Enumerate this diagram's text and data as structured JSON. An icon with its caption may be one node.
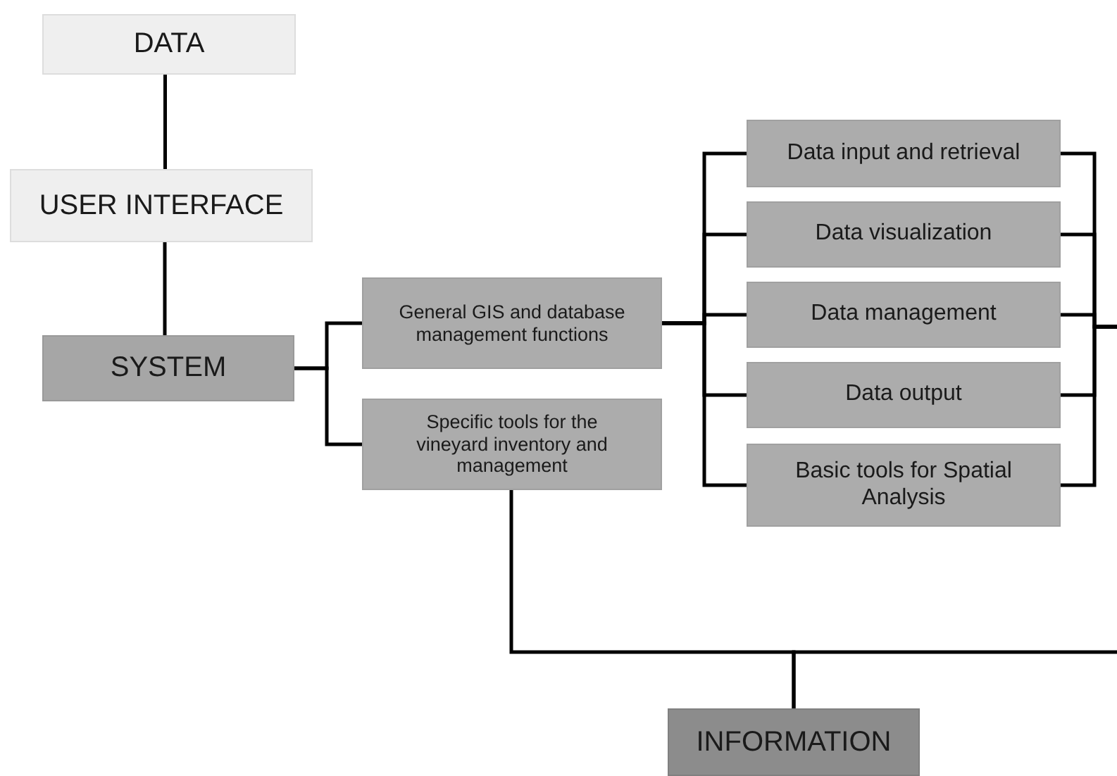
{
  "diagram": {
    "nodes": [
      {
        "text": [
          "DATA"
        ]
      },
      {
        "text": [
          "USER INTERFACE"
        ]
      },
      {
        "text": [
          "SYSTEM"
        ]
      },
      {
        "text": [
          "General GIS and database management functions"
        ]
      },
      {
        "text": [
          "Specific tools for the vineyard inventory and management"
        ]
      },
      {
        "text": [
          "Data input and retrieval"
        ]
      },
      {
        "text": [
          "Data visualization"
        ]
      },
      {
        "text": [
          "Data management"
        ]
      },
      {
        "text": [
          "Data output"
        ]
      },
      {
        "text": [
          "Basic tools for Spatial Analysis"
        ]
      },
      {
        "text": [
          "INFORMATION"
        ]
      }
    ],
    "edges": [
      {
        "from": 0,
        "to": 1,
        "arrow": "none"
      },
      {
        "from": 1,
        "to": 2,
        "arrow": "none"
      },
      {
        "from": 2,
        "to": 3,
        "arrow": "none"
      },
      {
        "from": 2,
        "to": 4,
        "arrow": "none"
      },
      {
        "from": 3,
        "to": 5,
        "arrow": "none"
      },
      {
        "from": 3,
        "to": 6,
        "arrow": "none"
      },
      {
        "from": 3,
        "to": 7,
        "arrow": "none"
      },
      {
        "from": 3,
        "to": 8,
        "arrow": "none"
      },
      {
        "from": 3,
        "to": 9,
        "arrow": "none"
      },
      {
        "from": 5,
        "to": null,
        "arrow": "none"
      },
      {
        "from": 6,
        "to": null,
        "arrow": "none"
      },
      {
        "from": 7,
        "to": null,
        "arrow": "none"
      },
      {
        "from": 8,
        "to": null,
        "arrow": "none"
      },
      {
        "from": 9,
        "to": null,
        "arrow": "none"
      },
      {
        "from": 4,
        "to": 10,
        "arrow": "none"
      },
      {
        "from": null,
        "to": 10,
        "arrow": "none"
      }
    ]
  }
}
